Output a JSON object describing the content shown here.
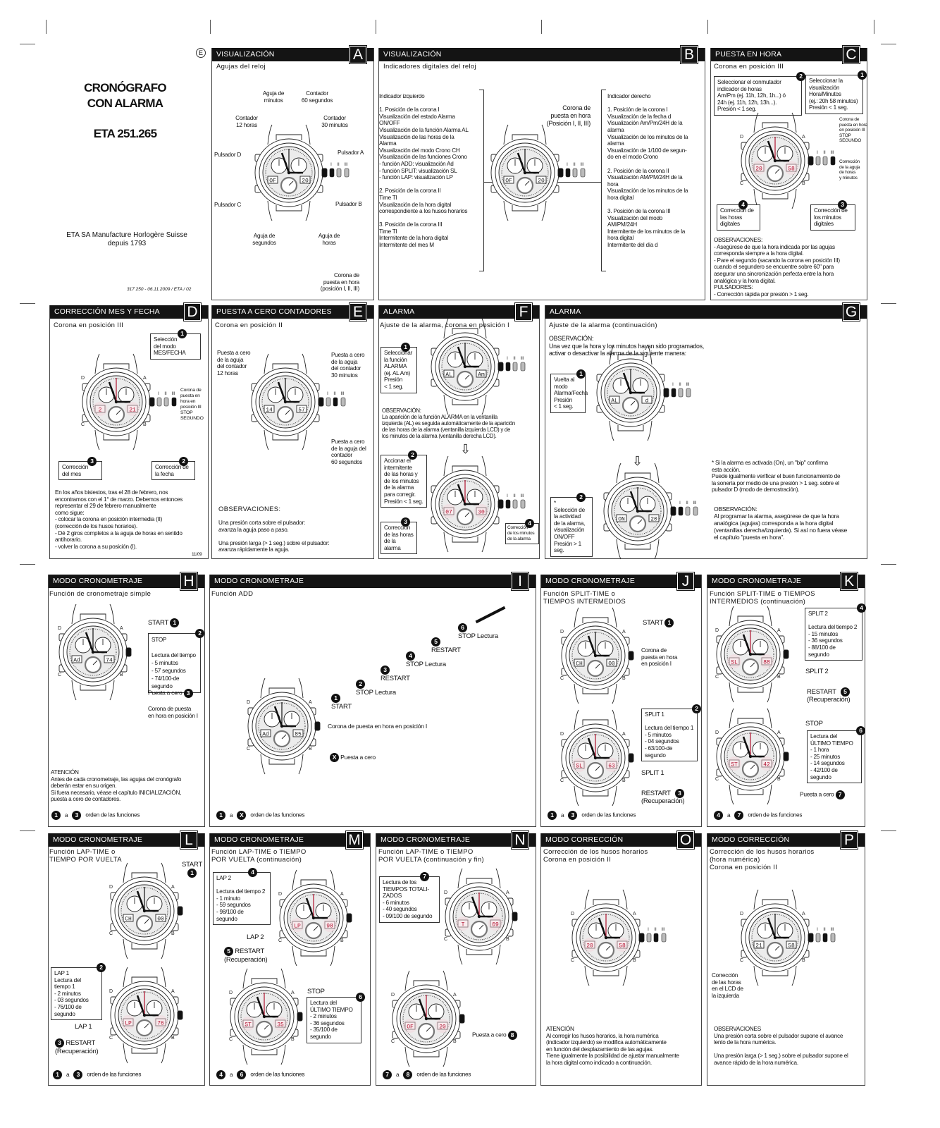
{
  "cover": {
    "lang_badge": "E",
    "title": "CRONÓGRAFO\nCON ALARMA",
    "model": "ETA 251.265",
    "manufacturer": "ETA SA Manufacture Horlogère Suisse\ndepuis 1793",
    "ref": "317 250 - 06.11.2009 / ETA / 02"
  },
  "panels": {
    "A": {
      "title": "VISUALIZACIÓN",
      "letter": "A",
      "subtitle": "Agujas del reloj",
      "labels": [
        "Aguja de\nminutos",
        "Contador\n60 segundos",
        "Contador\n12 horas",
        "Contador\n30 minutos",
        "Pulsador D",
        "Pulsador A",
        "Pulsador C",
        "Pulsador B",
        "Aguja de\nsegundos",
        "Aguja de\nhoras",
        "Corona de\npuesta en hora\n(posición I, II, III)"
      ],
      "lcd": [
        "OF",
        "20"
      ]
    },
    "B": {
      "title": "VISUALIZACIÓN",
      "letter": "B",
      "subtitle": "Indicadores digitales del reloj",
      "left": "Indicador izquierdo\n\n1. Posición de la corona I\n     Visualización del estado Alarma\n     ON/OFF\n     Visualización de la función Alarma AL\n     Visualización de las horas de la\n     Alarma\n     Visualización del modo Crono CH\n     Visualización de las funciones Crono\n         - función ADD: visualización Ad\n         - función SPLIT: visualización SL\n         - función LAP: visualización LP\n\n2. Posición de la corona II\n     Time TI\n     Visualización de la hora digital\n     correspondiente a los husos horarios\n\n3. Posición de la corona III\n     Time TI\n     Intermitente de la hora digital\n     Intermitente del mes M",
      "crown": "Corona de\npuesta en hora\n(Posición I, II, III)",
      "right": "Indicador derecho\n\n1. Posición de la corona I\n     Visualización de la fecha d\n     Visualización Am/Pm/24H de la\n     alarma\n     Visualización de los minutos de la\n     alarma\n     Visualización de 1/100 de segun-\n     do en el modo Crono\n\n2. Posición de la corona II\n     Visualización AM/PM/24H de la\n     hora\n     Visualización de los minutos de la\n     hora digital\n\n3. Posición de la corona III\n     Visualización del modo\n     AM/PM/24H\n     Intermitente de los minutos de la\n     hora digital\n     Intermitente del día d",
      "lcd": [
        "OF",
        "20"
      ]
    },
    "C": {
      "title": "PUESTA EN HORA",
      "letter": "C",
      "subtitle": "Corona en posición III",
      "box2": {
        "n": "2",
        "text": "Seleccionar el conmutador\nindicador de horas\nAm/Pm (ej. 11h, 12h, 1h...) ó\n24h (ej. 11h, 12h, 13h...).\nPresión < 1 seg."
      },
      "box1": {
        "n": "1",
        "text": "Seleccionar la\nvisualización\nHora/Minutos\n(ej.: 20h 58 minutos)\nPresión < 1 seg."
      },
      "crown_note": "Corona de\npuesta en hora\nen posición III\nSTOP\nSEGUNDO",
      "hands_note": "Corrección\nde la aguja\nde horas\ny minutos",
      "box4": {
        "n": "4",
        "text": "Corrección de\nlas horas\ndigitales"
      },
      "box3": {
        "n": "3",
        "text": "Corrección de\nlos minutos\ndigitales"
      },
      "notes": "OBSERVACIONES:\n- Asegúrese de que la hora indicada por las agujas\n  corresponda siempre a la hora digital.\n- Pare el segundo (sacando  la corona en posición III)\n  cuando el segundero se encuentre sobre 60\" para\n  asegurar una sincronización perfecta entre la hora\n  analógica y la hora digital.\nPULSADORES:\n- Corrección rápida por presión > 1 seg.",
      "lcd": [
        "20",
        "58"
      ]
    },
    "D": {
      "title": "CORRECCIÓN MES Y FECHA",
      "letter": "D",
      "subtitle": "Corona en posición III",
      "box1": {
        "n": "1",
        "text": "Selección\ndel modo\nMES/FECHA"
      },
      "crown_note": "Corona de\npuesta en\nhora en\nposición III\nSTOP\nSEGUNDO",
      "box3": {
        "n": "3",
        "text": "Corrección\ndel mes"
      },
      "box2": {
        "n": "2",
        "text": "Corrección de\nla fecha"
      },
      "para": "En los años bisiestos, tras el 28 de febrero, nos\nencontramos con el 1° de marzo. Debemos entonces\nrepresentar el 29 de febrero manualmente\ncomo sigue:\n- colocar la corona en posición intermedia (II)\n  (corrección de los husos horarios).\n- Dé 2 giros completos a la aguja de horas en sentido\n  antihorario.\n- volver la corona a su posición (I).",
      "page": "11/09",
      "lcd": [
        "2",
        "21"
      ]
    },
    "E": {
      "title": "PUESTA A CERO CONTADORES",
      "letter": "E",
      "subtitle": "Corona en posición II",
      "l1": "Puesta a cero\nde la aguja\ndel contador\n12 horas",
      "l2": "Puesta a cero\nde la aguja\ndel contador\n30 minutos",
      "l3": "Puesta a cero\nde la aguja del\ncontador\n60 segundos",
      "notes_title": "OBSERVACIONES:",
      "notes": "Una presión corta sobre el pulsador:\navanza la aguja paso a paso.\n\nUna presión larga (> 1 seg.) sobre el pulsador:\navanza rápidamente la aguja.",
      "lcd": [
        "14",
        "57"
      ]
    },
    "F": {
      "title": "ALARMA",
      "letter": "F",
      "subtitle": "Ajuste de la alarma, corona en posición I",
      "box1": {
        "n": "1",
        "text": "Seleccionar\nla función\nALARMA\n(ej. AL Am)\nPresión\n< 1 seg."
      },
      "note": "OBSERVACIÓN:\nLa aparición de la función ALARMA en la ventanilla\nizquierda (AL) es seguida automáticamente de la aparición\nde las horas de la alarma (ventanilla izquierda LCD) y de\nlos minutos de la alarma (ventanilla derecha LCD).",
      "box2": {
        "n": "2",
        "text": "Accionar el\nintermitente\nde las horas y\nde los minutos\nde la alarma\npara corregir.\nPresión < 1 seg."
      },
      "box3": {
        "n": "3",
        "text": "Corrección\nde las horas\nde la alarma"
      },
      "box4": {
        "n": "4",
        "text": "Corrección\nde los minutos\nde la alarma"
      },
      "lcd1": [
        "AL",
        "Am"
      ],
      "lcd2": [
        "07",
        "30"
      ]
    },
    "G": {
      "title": "ALARMA",
      "letter": "G",
      "subtitle": "Ajuste de la alarma (continuación)",
      "note": "OBSERVACIÓN:\nUna vez que la hora y los minutos hayan sido programados,\nactivar o desactivar la alarma de la siguiente manera:",
      "box1": {
        "n": "1",
        "text": "Vuelta al\nmodo\nAlarma/Fecha\nPresión\n< 1 seg."
      },
      "box2": {
        "n": "2",
        "text": "*\nSelección de\nla actividad\nde la alarma,\nvisualización\nON/OFF\nPresión > 1 seg."
      },
      "star": "* Si la alarma es activada (On), un \"bip\"  confirma\n   esta acción.\n   Puede igualmente verificar el buen funcionamiento de\n   la sonería por medio de una presión > 1 seg. sobre el\n   pulsador D (modo de demostración).",
      "note2": "OBSERVACIÓN:\nAl programar la alarma, asegúrese de que la hora\nanalógica (agujas) corresponda a la hora digital\n(ventanillas derecha/izquierda). Si así no fuera véase\nel capítulo \"puesta en hora\".",
      "lcd1": [
        "AL",
        "d"
      ],
      "lcd2": [
        "ON",
        "20"
      ]
    },
    "H": {
      "title": "MODO CRONOMETRAJE",
      "letter": "H",
      "subtitle": "Función de cronometraje simple",
      "start": {
        "n": "1",
        "label": "START"
      },
      "stop": {
        "n": "2",
        "text": "STOP\n\nLectura del tiempo\n- 5 minutos\n- 57 segundos\n- 74/100-de\n  segundo"
      },
      "reset": {
        "n": "3",
        "label": "Puesta a cero"
      },
      "crown": "Corona de puesta\nen hora en posición I",
      "attention": "ATENCIÓN\nAntes de cada cronometraje, las agujas del cronógrafo\ndeberán estar en su origen.\nSi fuera necesario, véase el capítulo INICIALIZACIÓN,\npuesta a cero de contadores.",
      "footer": {
        "from": "1",
        "a": "a",
        "to": "3",
        "label": "orden de las funciones"
      },
      "lcd": [
        "Ad",
        "74"
      ]
    },
    "I": {
      "title": "MODO CRONOMETRAJE",
      "letter": "I",
      "subtitle": "Función ADD",
      "steps": [
        {
          "n": "1",
          "label": "START"
        },
        {
          "n": "2",
          "label": "STOP Lectura"
        },
        {
          "n": "3",
          "label": "RESTART"
        },
        {
          "n": "4",
          "label": "STOP Lectura"
        },
        {
          "n": "5",
          "label": "RESTART"
        },
        {
          "n": "6",
          "label": "STOP Lectura"
        }
      ],
      "crown": "Corona de puesta en hora en posición I",
      "reset": {
        "n": "X",
        "label": "Puesta a cero"
      },
      "footer": {
        "from": "1",
        "a": "a",
        "to": "X",
        "label": "orden de las funciones"
      },
      "lcd": [
        "Ad",
        "85"
      ]
    },
    "J": {
      "title": "MODO CRONOMETRAJE",
      "letter": "J",
      "subtitle": "Función SPLIT-TIME o\nTIEMPOS INTERMEDIOS",
      "start": {
        "n": "1",
        "label": "START"
      },
      "crown": "Corona de\npuesta en hora\nen posición I",
      "box2": {
        "n": "2",
        "text": "SPLIT 1\n\nLectura del tiempo 1\n- 5 minutos\n- 04 segundos\n- 63/100-de\n  segundo"
      },
      "split": "SPLIT 1",
      "restart": {
        "n": "3",
        "label": "RESTART\n(Recuperación)"
      },
      "footer": {
        "from": "1",
        "a": "a",
        "to": "3",
        "label": "orden de las funciones"
      },
      "lcd1": [
        "CH",
        "00"
      ],
      "lcd2": [
        "SL",
        "63"
      ]
    },
    "K": {
      "title": "MODO CRONOMETRAJE",
      "letter": "K",
      "subtitle": "Función SPLIT-TIME o TIEMPOS\nINTERMEDIOS (continuación)",
      "box4": {
        "n": "4",
        "text": "SPLIT 2\n\nLectura del tiempo 2\n- 15 minutos\n- 36 segundos\n- 88/100 de\n  segundo"
      },
      "split": "SPLIT 2",
      "restart": {
        "n": "5",
        "label": "RESTART\n(Recuperación)"
      },
      "stop": "STOP",
      "box6": {
        "n": "6",
        "text": "Lectura del\nÚLTIMO TIEMPO\n- 1 hora\n- 25 minutos\n- 14 segundos\n- 42/100 de\n  segundo"
      },
      "reset": {
        "n": "7",
        "label": "Puesta a cero"
      },
      "footer": {
        "from": "4",
        "a": "a",
        "to": "7",
        "label": "orden de las funciones"
      },
      "lcd1": [
        "SL",
        "88"
      ],
      "lcd2": [
        "ST",
        "42"
      ]
    },
    "L": {
      "title": "MODO CRONOMETRAJE",
      "letter": "L",
      "subtitle": "Función LAP-TIME o\nTIEMPO POR VUELTA",
      "start": {
        "n": "1",
        "label": "START"
      },
      "box2": {
        "n": "2",
        "text": "LAP 1\nLectura del\ntiempo 1\n- 2 minutos\n- 03 segundos\n- 76/100 de\n  segundo"
      },
      "lap": "LAP 1",
      "restart": {
        "n": "3",
        "label": "RESTART\n(Recuperación)"
      },
      "footer": {
        "from": "1",
        "a": "a",
        "to": "3",
        "label": "orden de las funciones"
      },
      "lcd1": [
        "CH",
        "00"
      ],
      "lcd2": [
        "LP",
        "76"
      ]
    },
    "M": {
      "title": "MODO CRONOMETRAJE",
      "letter": "M",
      "subtitle": "Función LAP-TIME o TIEMPO\nPOR VUELTA (continuación)",
      "box4": {
        "n": "4",
        "text": "LAP 2\n\nLectura del tiempo 2\n- 1 minuto\n- 59 segundos\n- 98/100 de\n  segundo"
      },
      "lap": "LAP 2",
      "restart": {
        "n": "5",
        "label": "RESTART\n(Recuperación)"
      },
      "stop": "STOP",
      "box6": {
        "n": "6",
        "text": "Lectura del\nÚLTIMO TIEMPO\n- 2 minutos\n- 36 segundos\n- 35/100 de\n  segundo"
      },
      "footer": {
        "from": "4",
        "a": "a",
        "to": "6",
        "label": "orden de las funciones"
      },
      "lcd1": [
        "LP",
        "98"
      ],
      "lcd2": [
        "ST",
        "35"
      ]
    },
    "N": {
      "title": "MODO CRONOMETRAJE",
      "letter": "N",
      "subtitle": "Función LAP-TIME o TIEMPO\nPOR VUELTA (continuación y fin)",
      "box7": {
        "n": "7",
        "text": "Lectura de los\nTIEMPOS TOTALI-\nZADOS\n- 6 minutos\n- 40 segundos\n- 09/100 de segundo"
      },
      "reset": {
        "n": "8",
        "label": "Puesta a cero"
      },
      "footer": {
        "from": "7",
        "a": "a",
        "to": "8",
        "label": "orden de las funciones"
      },
      "lcd1": [
        "T",
        "09"
      ],
      "lcd2": [
        "OF",
        "20"
      ]
    },
    "O": {
      "title": "MODO CORRECCIÓN",
      "letter": "O",
      "subtitle": "Corrección de los husos horarios\nCorona en posición II",
      "attention": "ATENCIÓN\nAl corregir los husos horarios, la hora numérica\n(indicador izquierdo) se modifica automáticamente\nen función del desplazamiento de las agujas.\nTiene igualmente la posibilidad de ajustar manualmente\nla hora digital como indicado a continuación.",
      "lcd": [
        "20",
        "58"
      ]
    },
    "P": {
      "title": "MODO CORRECCIÓN",
      "letter": "P",
      "subtitle": "Corrección de los husos horarios\n(hora numérica)\nCorona en posición II",
      "note": "Corrección\nde las horas\nen el LCD de\nla izquierda",
      "obs": "OBSERVACIONES\nUna presión corta sobre el pulsador supone el avance\nlento de la hora numérica.\n\nUna presión larga (> 1 seg.) sobre el pulsador supone el\navance rápido de la hora numérica.",
      "lcd": [
        "21",
        "58"
      ]
    }
  },
  "watch_labels": {
    "pushers": [
      "A",
      "B",
      "C",
      "D"
    ],
    "crown_positions": [
      "I",
      "II",
      "III"
    ]
  },
  "colors": {
    "header": "#141414",
    "highlight": "#b0122f",
    "dial": "#ececec"
  }
}
